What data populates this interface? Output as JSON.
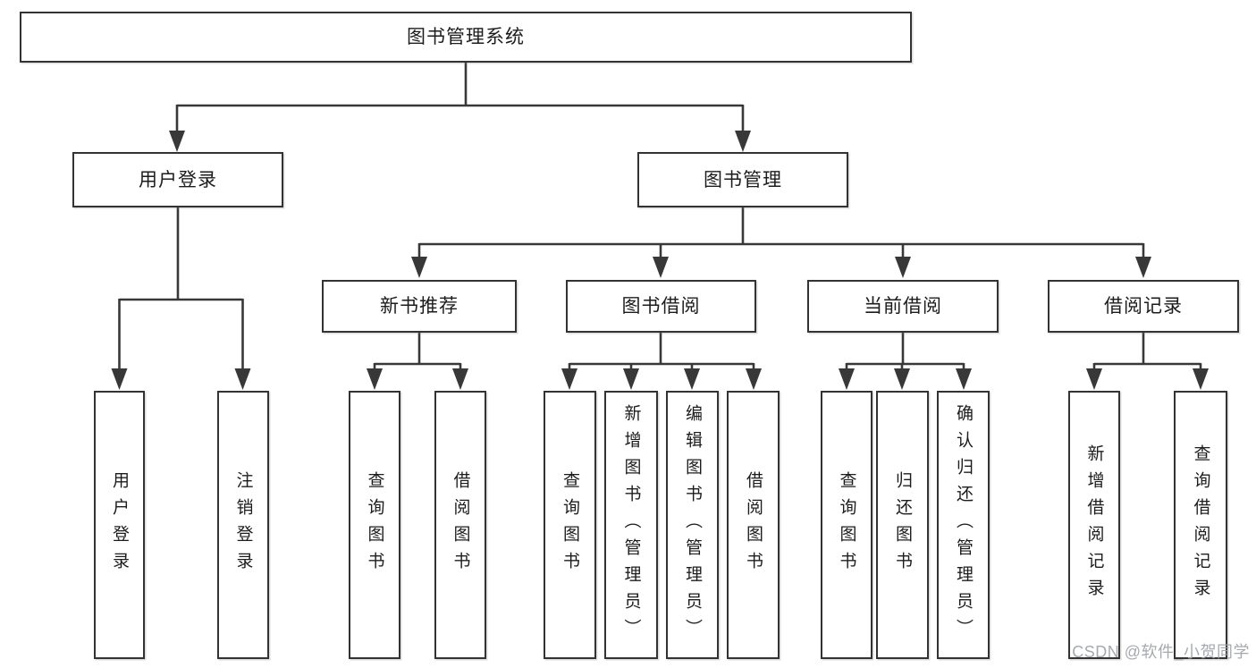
{
  "diagram": {
    "root": {
      "label": "图书管理系统"
    },
    "branches": [
      {
        "label": "用户登录",
        "children": [
          {
            "label": "用户登录"
          },
          {
            "label": "注销登录"
          }
        ]
      },
      {
        "label": "图书管理",
        "children": [
          {
            "label": "新书推荐",
            "children": [
              {
                "label": "查询图书"
              },
              {
                "label": "借阅图书"
              }
            ]
          },
          {
            "label": "图书借阅",
            "children": [
              {
                "label": "查询图书"
              },
              {
                "label": "新增图书（管理员）"
              },
              {
                "label": "编辑图书（管理员）"
              },
              {
                "label": "借阅图书"
              }
            ]
          },
          {
            "label": "当前借阅",
            "children": [
              {
                "label": "查询图书"
              },
              {
                "label": "归还图书"
              },
              {
                "label": "确认归还（管理员）"
              }
            ]
          },
          {
            "label": "借阅记录",
            "children": [
              {
                "label": "新增借阅记录"
              },
              {
                "label": "查询借阅记录"
              }
            ]
          }
        ]
      }
    ],
    "watermark": "CSDN @软件_小贺同学",
    "colors": {
      "line": "#383838",
      "box_border": "#333333",
      "text": "#1c1c1c",
      "watermark": "#9ea3a8",
      "background": "#ffffff"
    }
  }
}
